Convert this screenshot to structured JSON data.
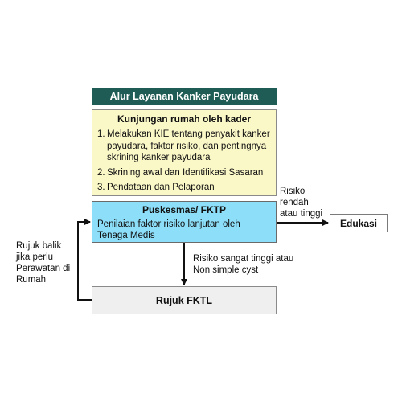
{
  "diagram": {
    "title": "Alur Layanan Kanker Payudara",
    "kader": {
      "title": "Kunjungan rumah oleh kader",
      "items": [
        {
          "num": "1.",
          "text": "Melakukan KIE tentang penyakit kanker payudara, faktor risiko, dan pentingnya skrining kanker payudara"
        },
        {
          "num": "2.",
          "text": "Skrining awal dan Identifikasi Sasaran"
        },
        {
          "num": "3.",
          "text": "Pendataan dan Pelaporan"
        }
      ]
    },
    "puskesmas": {
      "title": "Puskesmas/ FKTP",
      "text": "Penilaian faktor risiko lanjutan oleh Tenaga Medis"
    },
    "edukasi": "Edukasi",
    "fktl": "Rujuk FKTL",
    "labels": {
      "risiko_rendah": [
        "Risiko",
        "rendah",
        "atau tinggi"
      ],
      "risiko_sangat_tinggi": [
        "Risiko sangat tinggi atau",
        "Non simple cyst"
      ],
      "rujuk_balik": [
        "Rujuk balik",
        "jika perlu",
        "Perawatan di",
        "Rumah"
      ]
    },
    "colors": {
      "title_bg": "#1e5c55",
      "kader_bg": "#fbf8c8",
      "puskesmas_bg": "#8ddff9",
      "fktl_bg": "#efefef"
    }
  }
}
